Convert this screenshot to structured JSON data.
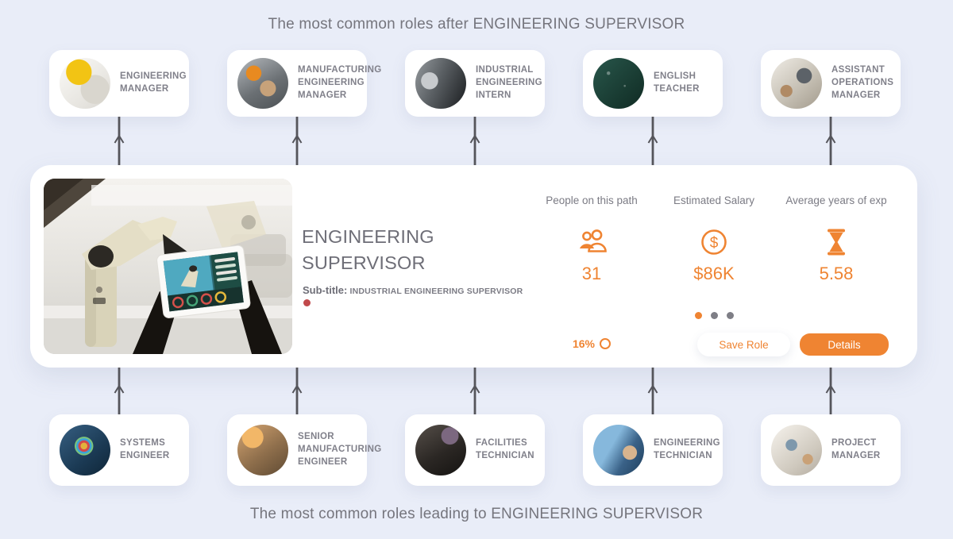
{
  "colors": {
    "accent": "#EF8432",
    "background": "#E9EDF8",
    "text_gray": "#75757D",
    "arrow": "#55555B",
    "dot_inactive": "#7E7E86",
    "red_dot": "#C1494B"
  },
  "headings": {
    "top": "The most common roles after ENGINEERING SUPERVISOR",
    "bottom": "The most common roles leading to ENGINEERING SUPERVISOR"
  },
  "next_roles": [
    {
      "label": "ENGINEERING MANAGER",
      "avatar": "hardhat-and-blueprints-photo"
    },
    {
      "label": "MANUFACTURING ENGINEERING MANAGER",
      "avatar": "factory-worker-photo"
    },
    {
      "label": "INDUSTRIAL ENGINEERING INTERN",
      "avatar": "grayscale-machinery-photo"
    },
    {
      "label": "ENGLISH TEACHER",
      "avatar": "green-chalkboard-photo"
    },
    {
      "label": "ASSISTANT OPERATIONS MANAGER",
      "avatar": "office-desk-photo"
    }
  ],
  "previous_roles": [
    {
      "label": "SYSTEMS ENGINEER",
      "avatar": "digital-engineer-photo"
    },
    {
      "label": "SENIOR MANUFACTURING ENGINEER",
      "avatar": "warm-factory-floor-photo"
    },
    {
      "label": "FACILITIES TECHNICIAN",
      "avatar": "equipment-repair-photo"
    },
    {
      "label": "ENGINEERING TECHNICIAN",
      "avatar": "blueprint-tablet-photo"
    },
    {
      "label": "PROJECT MANAGER",
      "avatar": "workspace-desk-photo"
    }
  ],
  "main_card": {
    "title": "ENGINEERING SUPERVISOR",
    "subtitle_label": "Sub-title:",
    "subtitle": " INDUSTRIAL ENGINEERING SUPERVISOR",
    "image": "engineer-holding-tablet-with-robotic-arm-photo",
    "stats": [
      {
        "label": "People on this path",
        "value": "31",
        "icon": "people-icon"
      },
      {
        "label": "Estimated Salary",
        "value": "$86K",
        "icon": "dollar-circle-icon"
      },
      {
        "label": "Average years of exp",
        "value": "5.58",
        "icon": "hourglass-icon"
      }
    ],
    "match_percent": "16%",
    "carousel": {
      "dot_count": 3,
      "active_index": 0
    },
    "buttons": {
      "save": "Save Role",
      "details": "Details"
    }
  }
}
